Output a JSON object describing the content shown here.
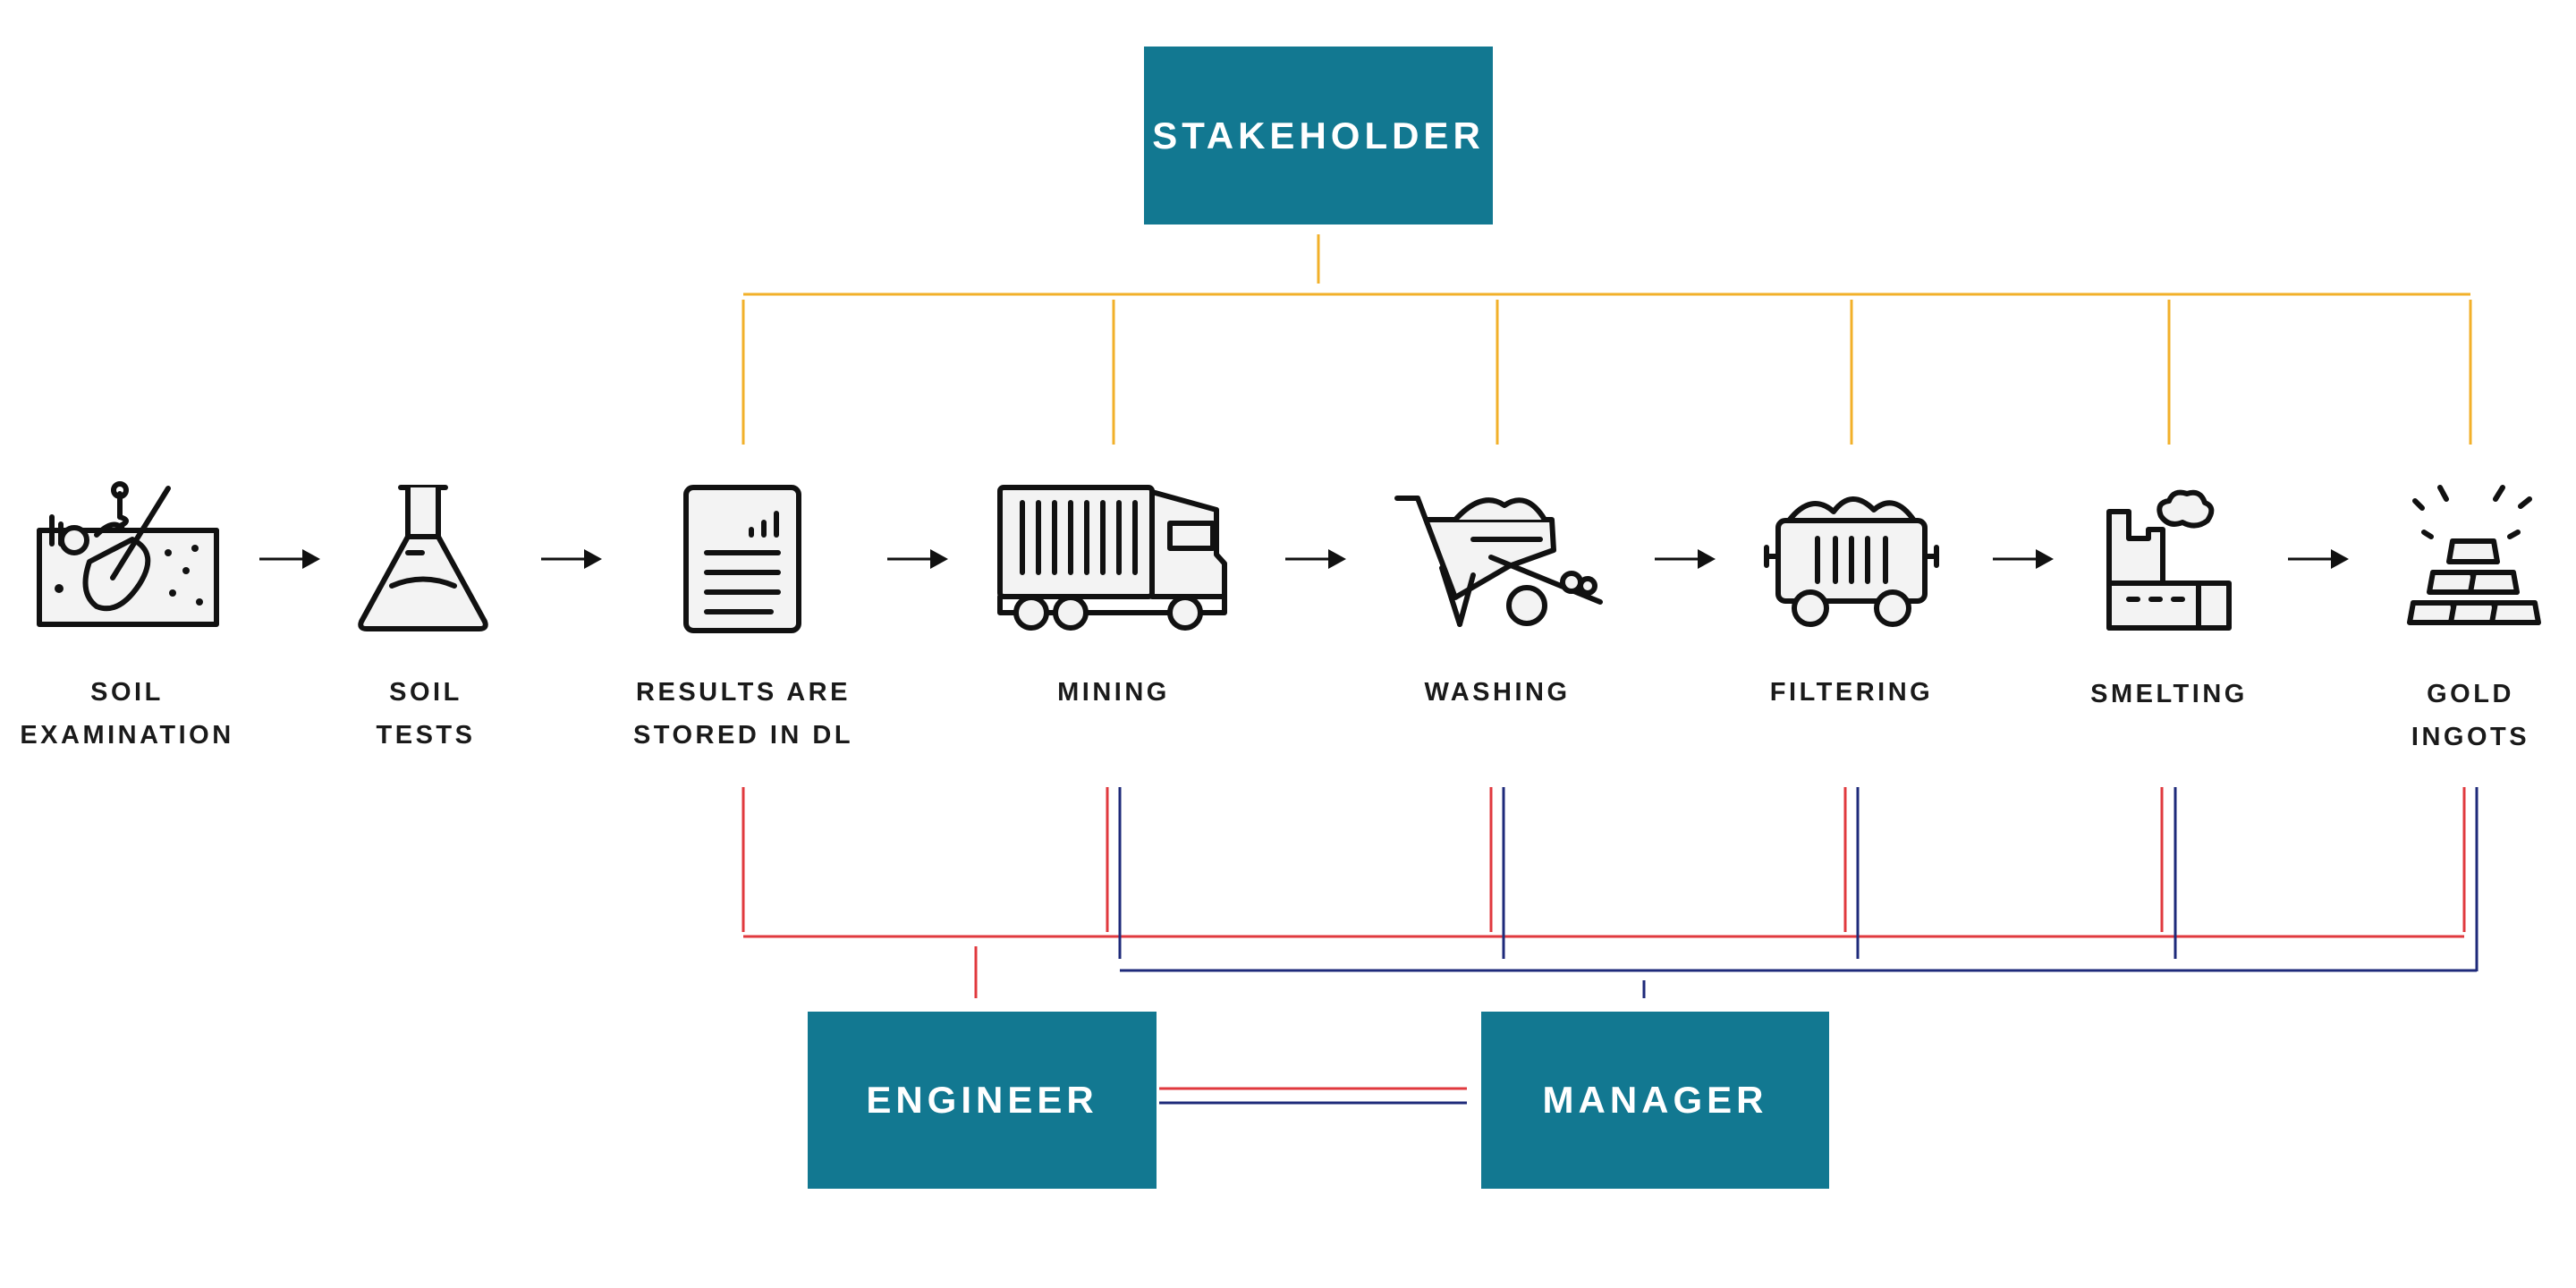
{
  "colors": {
    "box_fill": "#127891",
    "stakeholder_line": "#f2b02a",
    "engineer_line": "#e0393e",
    "manager_line": "#1e2a7a",
    "icon_stroke": "#111111",
    "icon_fill": "#f3f3f3"
  },
  "roles": {
    "stakeholder": "STAKEHOLDER",
    "engineer": "ENGINEER",
    "manager": "MANAGER"
  },
  "steps": [
    {
      "icon": "soil-shovel-icon",
      "line1": "SOIL",
      "line2": "EXAMINATION"
    },
    {
      "icon": "flask-icon",
      "line1": "SOIL",
      "line2": "TESTS"
    },
    {
      "icon": "report-document-icon",
      "line1": "RESULTS ARE",
      "line2": "STORED IN DL"
    },
    {
      "icon": "truck-icon",
      "line1": "MINING",
      "line2": ""
    },
    {
      "icon": "wheelbarrow-icon",
      "line1": "WASHING",
      "line2": ""
    },
    {
      "icon": "mine-cart-icon",
      "line1": "FILTERING",
      "line2": ""
    },
    {
      "icon": "factory-icon",
      "line1": "SMELTING",
      "line2": ""
    },
    {
      "icon": "gold-bars-icon",
      "line1": "GOLD",
      "line2": "INGOTS"
    }
  ],
  "arrow_icon": "right-arrow-icon"
}
